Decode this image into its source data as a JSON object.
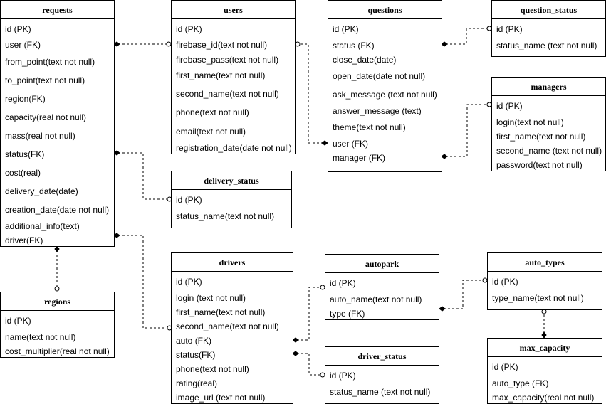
{
  "entities": {
    "requests": {
      "title": "requests",
      "fields": [
        "id (PK)",
        "user (FK)",
        "from_point(text not null)",
        "to_point(text not null)",
        "region(FK)",
        "capacity(real not null)",
        "mass(real not null)",
        "status(FK)",
        "cost(real)",
        "delivery_date(date)",
        "creation_date(date not null)",
        "additional_info(text)",
        "driver(FK)"
      ]
    },
    "users": {
      "title": "users",
      "fields": [
        "id (PK)",
        "firebase_id(text not null)",
        "firebase_pass(text not null)",
        "first_name(text not null)",
        "second_name(text not null)",
        "phone(text not null)",
        "email(text not null)",
        "registration_date(date not null)"
      ]
    },
    "questions": {
      "title": "questions",
      "fields": [
        "id (PK)",
        "status (FK)",
        "close_date(date)",
        "open_date(date not null)",
        "ask_message (text not null)",
        "answer_message (text)",
        "theme(text not null)",
        "user (FK)",
        "manager (FK)"
      ]
    },
    "question_status": {
      "title": "question_status",
      "fields": [
        "id (PK)",
        "status_name (text not null)"
      ]
    },
    "managers": {
      "title": "managers",
      "fields": [
        "id (PK)",
        "login(text not null)",
        "first_name(text not null)",
        "second_name (text not null)",
        "password(text not null)"
      ]
    },
    "delivery_status": {
      "title": "delivery_status",
      "fields": [
        "id (PK)",
        "status_name(text not null)"
      ]
    },
    "regions": {
      "title": "regions",
      "fields": [
        "id (PK)",
        "name(text not null)",
        "cost_multiplier(real not null)"
      ]
    },
    "drivers": {
      "title": "drivers",
      "fields": [
        "id (PK)",
        "login (text not null)",
        "first_name(text not null)",
        "second_name(text not null)",
        "auto (FK)",
        "status(FK)",
        "phone(text not null)",
        "rating(real)",
        "image_url (text not null)"
      ]
    },
    "autopark": {
      "title": "autopark",
      "fields": [
        "id (PK)",
        "auto_name(text not null)",
        "type (FK)"
      ]
    },
    "auto_types": {
      "title": "auto_types",
      "fields": [
        "id (PK)",
        "type_name(text not null)"
      ]
    },
    "driver_status": {
      "title": "driver_status",
      "fields": [
        "id (PK)",
        "status_name (text not null)"
      ]
    },
    "max_capacity": {
      "title": "max_capacity",
      "fields": [
        "id (PK)",
        "auto_type (FK)",
        "max_capacity(real not null)"
      ]
    }
  },
  "relationships": [
    {
      "from": "requests.user",
      "to": "users.id"
    },
    {
      "from": "requests.status",
      "to": "delivery_status.id"
    },
    {
      "from": "requests.region",
      "to": "regions.id"
    },
    {
      "from": "requests.driver",
      "to": "drivers.id"
    },
    {
      "from": "questions.user",
      "to": "users.id"
    },
    {
      "from": "questions.status",
      "to": "question_status.id"
    },
    {
      "from": "questions.manager",
      "to": "managers.id"
    },
    {
      "from": "drivers.auto",
      "to": "autopark.id"
    },
    {
      "from": "drivers.status",
      "to": "driver_status.id"
    },
    {
      "from": "autopark.type",
      "to": "auto_types.id"
    },
    {
      "from": "max_capacity.auto_type",
      "to": "auto_types.id"
    }
  ]
}
